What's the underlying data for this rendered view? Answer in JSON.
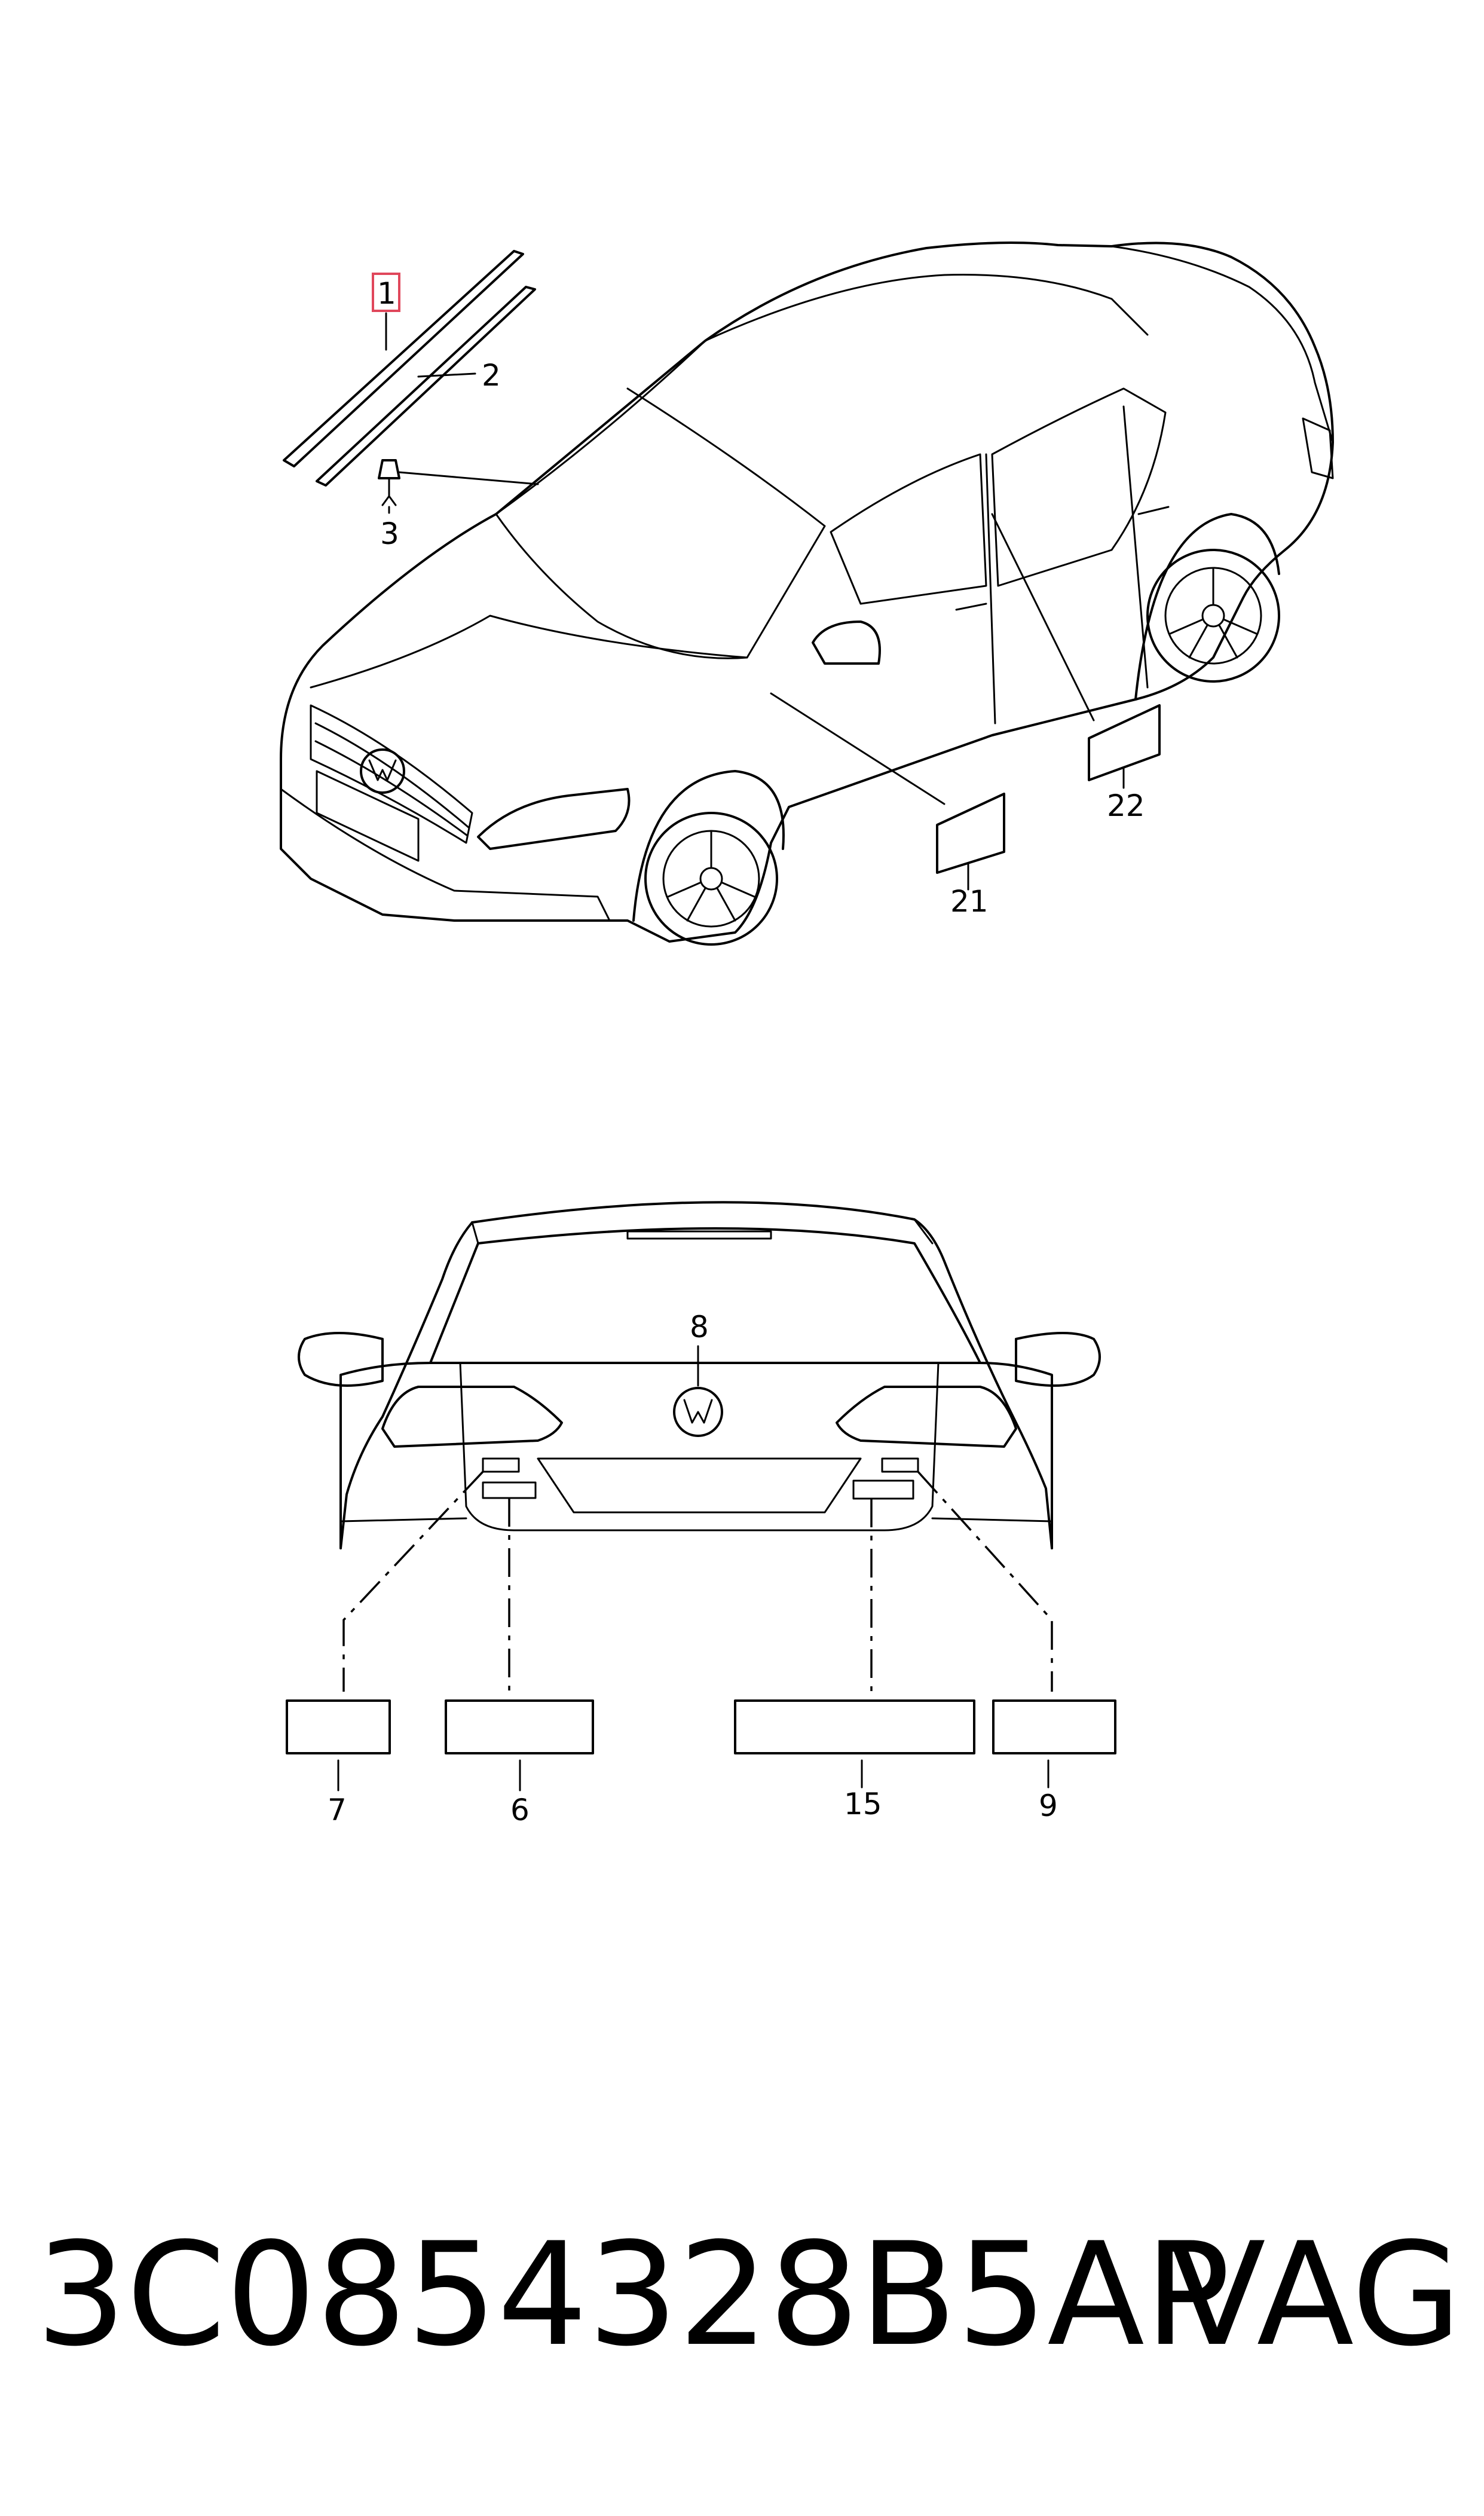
{
  "callouts": {
    "c1": "1",
    "c2": "2",
    "c3": "3",
    "c21": "21",
    "c22": "22",
    "c8": "8",
    "c7": "7",
    "c6": "6",
    "c15": "15",
    "c9": "9"
  },
  "footer": {
    "part_number": "3C0854328B5AP",
    "brand": "VAG"
  },
  "colors": {
    "highlight": "#e0475b",
    "line": "#000000",
    "background": "#ffffff"
  }
}
